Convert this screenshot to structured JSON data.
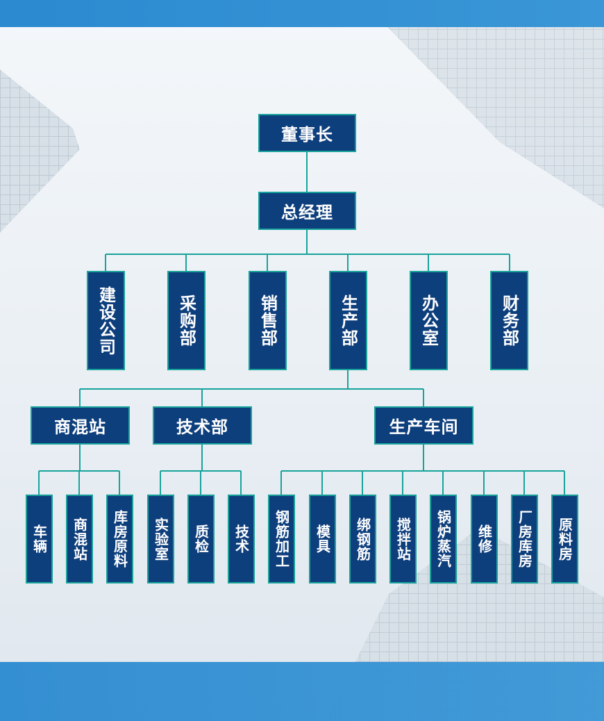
{
  "org_chart": {
    "root": "董事长",
    "gm": "总经理",
    "departments": [
      "建设公司",
      "采购部",
      "销售部",
      "生产部",
      "办公室",
      "财务部"
    ],
    "production_units": [
      "商混站",
      "技术部",
      "生产车间"
    ],
    "concrete_station_units": [
      "车辆",
      "商混站",
      "库房原料"
    ],
    "technical_units": [
      "实验室",
      "质检",
      "技术"
    ],
    "workshop_units": [
      "钢筋加工",
      "模具",
      "绑钢筋",
      "搅拌站",
      "锅炉蒸汽",
      "维修",
      "厂房库房",
      "原料房"
    ]
  },
  "colors": {
    "node_fill": "#0e3f7d",
    "node_border": "#17a39a",
    "connector": "#17a39a",
    "band": "#2b8ad0"
  }
}
